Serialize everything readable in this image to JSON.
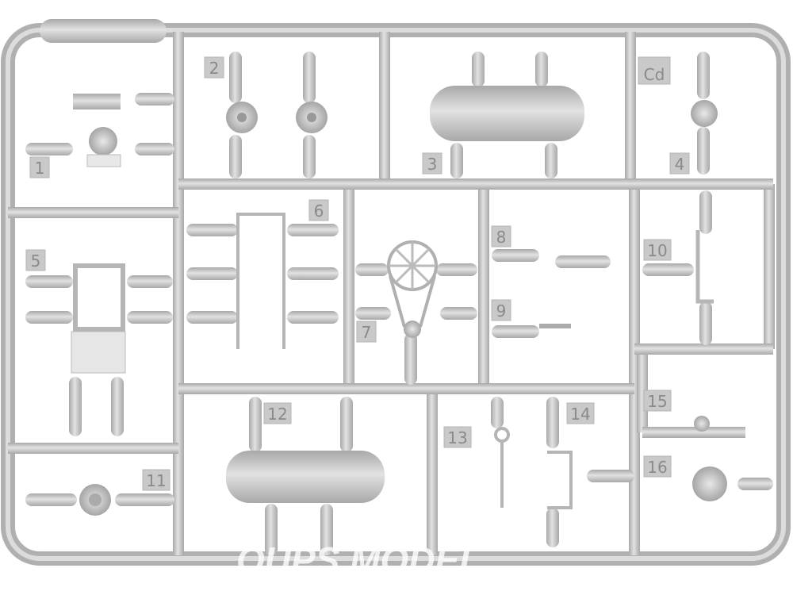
{
  "image": {
    "subject": "plastic-model-sprue",
    "part_labels": {
      "p1": "1",
      "p2": "2",
      "p3": "3",
      "p4": "4",
      "cd": "Cd",
      "p5": "5",
      "p6": "6",
      "p7": "7",
      "p8": "8",
      "p9": "9",
      "p10": "10",
      "p11": "11",
      "p12": "12",
      "p13": "13",
      "p14": "14",
      "p15": "15",
      "p16": "16"
    },
    "watermark": "OUPS MODEL",
    "colors": {
      "plastic": "#c8c8c8",
      "plastic_dark": "#a9a9a9",
      "background": "#ffffff"
    }
  }
}
